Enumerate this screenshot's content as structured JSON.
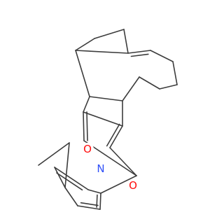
{
  "colors": {
    "background": "#ffffff",
    "bond": "#3c3c3c",
    "oxygen": "#ff0d0d",
    "nitrogen": "#3050f8"
  },
  "atoms": [
    {
      "id": "O1",
      "label": "O",
      "element": "oxygen"
    },
    {
      "id": "N1",
      "label": "N",
      "element": "nitrogen"
    },
    {
      "id": "O2",
      "label": "O",
      "element": "oxygen"
    }
  ]
}
